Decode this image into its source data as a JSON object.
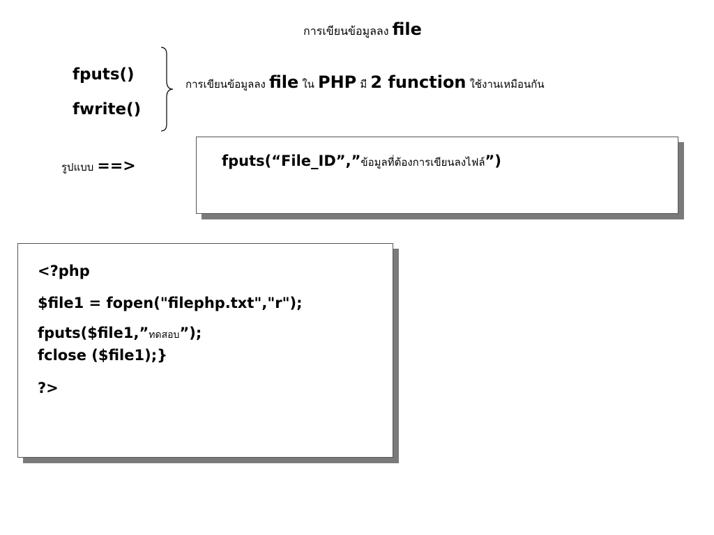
{
  "slide": {
    "title": {
      "thai": "การเขียนข้อมูลลง",
      "keyword": "file"
    },
    "functions": [
      "fputs()",
      "fwrite()"
    ],
    "description": {
      "part1": "การเขียนข้อมูลลง",
      "file_word": "file",
      "in_word": "ใน",
      "php_word": "PHP",
      "have_word": "มี",
      "count_function": "2 function",
      "rest": "ใช้งานเหมือนกัน"
    },
    "format_label": {
      "thai": "รูปแบบ",
      "arrow": "==>"
    },
    "syntax": {
      "prefix": "fputs(“File_ID”,”",
      "thai": "ข้อมูลที่ต้องการเขียนลงไฟล์",
      "suffix": "”)"
    },
    "code": {
      "line1": "<?php",
      "line2": "$file1 = fopen(\"filephp.txt\",\"r\");",
      "line3_prefix": "fputs($file1,”",
      "line3_thai": "ทดสอบ",
      "line3_suffix": "”);",
      "line4": "fclose ($file1);}",
      "line5": "?>"
    }
  }
}
